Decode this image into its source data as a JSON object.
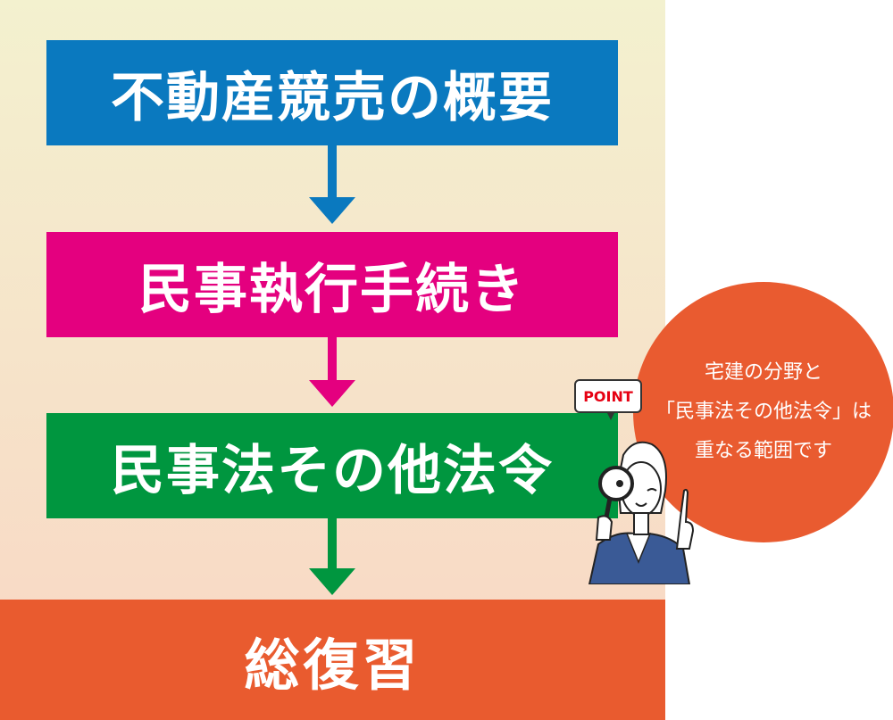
{
  "steps": [
    {
      "label": "不動産競売の概要",
      "color": "#0a79bf"
    },
    {
      "label": "民事執行手続き",
      "color": "#e4007f"
    },
    {
      "label": "民事法その他法令",
      "color": "#00963f"
    },
    {
      "label": "総復習",
      "color": "#e95b2f"
    }
  ],
  "callout": {
    "badge": "POINT",
    "lines": [
      "宅建の分野と",
      "「民事法その他法令」は",
      "重なる範囲です"
    ]
  }
}
